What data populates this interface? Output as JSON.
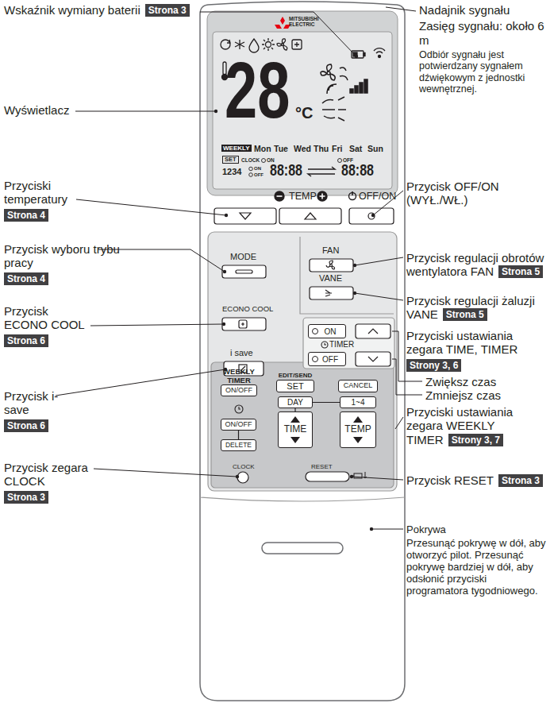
{
  "diagram": {
    "nodes": [
      {
        "text": [
          "ON"
        ]
      },
      {
        "text": [
          "OFF"
        ]
      },
      {
        "text": [
          "WEEKLY TIMER",
          "ON/OFF"
        ]
      },
      {
        "text": [
          "EDIT/SEND",
          "SET"
        ]
      },
      {
        "text": [
          "CANCEL"
        ]
      },
      {
        "text": [
          "DAY"
        ]
      },
      {
        "text": [
          "1~4"
        ]
      },
      {
        "text": [
          "ON/OFF"
        ]
      },
      {
        "text": [
          "DELETE"
        ]
      },
      {
        "text": [
          "TIME"
        ]
      },
      {
        "text": [
          "TEMP"
        ]
      }
    ],
    "edges": [
      {
        "from": 5,
        "to": 6,
        "arrow": "none"
      },
      {
        "from": 5,
        "to": 9,
        "arrow": "none"
      },
      {
        "from": 7,
        "to": 8,
        "arrow": "none"
      }
    ],
    "labels": [
      "Wskaźnik wymiany baterii",
      "Strona 3",
      "Nadajnik sygnału",
      "Zasięg sygnału: około 6 m",
      "Odbiór sygnału jest potwierdzany sygnałem dźwiękowym z jednostki wewnętrznej.",
      "Wyświetlacz",
      "Przyciski temperatury",
      "Strona 4",
      "Przycisk OFF/ON (WYŁ./WŁ.)",
      "Przycisk wyboru trybu pracy",
      "Strona 4",
      "Przycisk regulacji obrotów wentylatora FAN",
      "Strona 5",
      "Przycisk ECONO COOL",
      "Strona 6",
      "Przycisk regulacji żaluzji VANE",
      "Strona 5",
      "Przycisk i-save",
      "Strona 6",
      "Przyciski ustawiania zegara TIME, TIMER",
      "Strony 3, 6",
      "Zwiększ czas",
      "Zmniejsz czas",
      "Przyciski ustawiania zegara WEEKLY TIMER",
      "Strony 3, 7",
      "Przycisk zegara CLOCK",
      "Strona 3",
      "Przycisk RESET",
      "Strona 3",
      "Pokrywa",
      "Przesunąć pokrywę w dół, aby otworzyć pilot. Przesunąć pokrywę bardziej w dół, aby odsłonić przyciski programatora tygodniowego.",
      "MITSUBISHI ELECTRIC",
      "28",
      "°C",
      "WEEKLY",
      "Mon",
      "Tue",
      "Wed",
      "Thu",
      "Fri",
      "Sat",
      "Sun",
      "SET",
      "CLOCK",
      "ON",
      "OFF",
      "1234",
      "ON",
      "OFF",
      "88:88",
      "88:88",
      "TEMP",
      "OFF/ON",
      "MODE",
      "FAN",
      "ECONO COOL",
      "VANE",
      "i save",
      "TIMER",
      "CLOCK",
      "RESET"
    ]
  }
}
